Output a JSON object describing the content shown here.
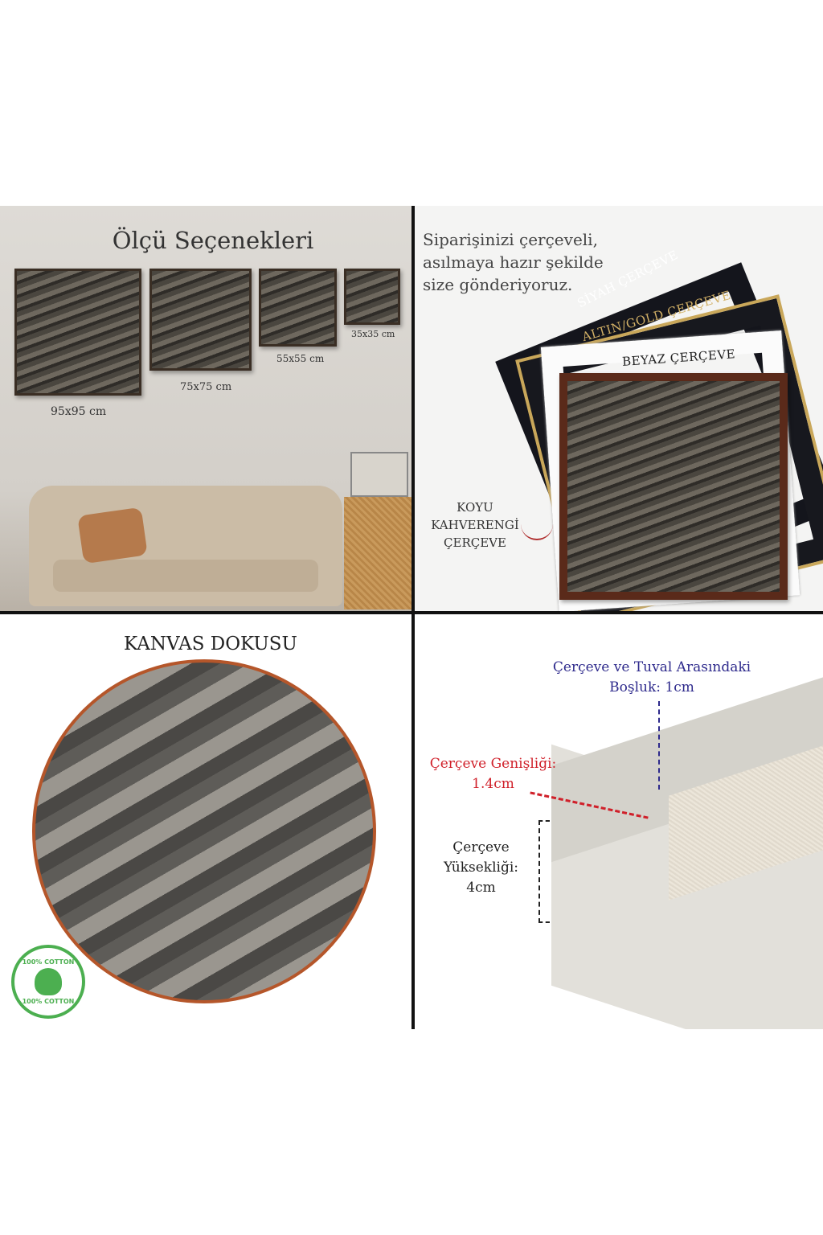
{
  "sizes": {
    "title": "Ölçü Seçenekleri",
    "options": [
      "95x95 cm",
      "75x75 cm",
      "55x55 cm",
      "35x35 cm"
    ]
  },
  "frames": {
    "intro": [
      "Siparişinizi çerçeveli,",
      "asılmaya hazır şekilde",
      "size gönderiyoruz."
    ],
    "black": "SİYAH ÇERÇEVE",
    "gold": "ALTIN/GOLD  ÇERÇEVE",
    "white": "BEYAZ ÇERÇEVE",
    "brown": [
      "KOYU",
      "KAHVERENGİ",
      "ÇERÇEVE"
    ]
  },
  "texture": {
    "title": "KANVAS DOKUSU",
    "badge": "100% COTTON",
    "colors": {
      "ring": "#b5562a",
      "badge": "#4caf50"
    }
  },
  "dimensions": {
    "gap": [
      "Çerçeve ve Tuval Arasındaki",
      "Boşluk: 1cm"
    ],
    "width": [
      "Çerçeve Genişliği:",
      "1.4cm"
    ],
    "height": [
      "Çerçeve",
      "Yüksekliği:",
      "4cm"
    ],
    "colors": {
      "gap": "#2e2a8c",
      "width": "#d0202a",
      "height": "#222222"
    }
  }
}
